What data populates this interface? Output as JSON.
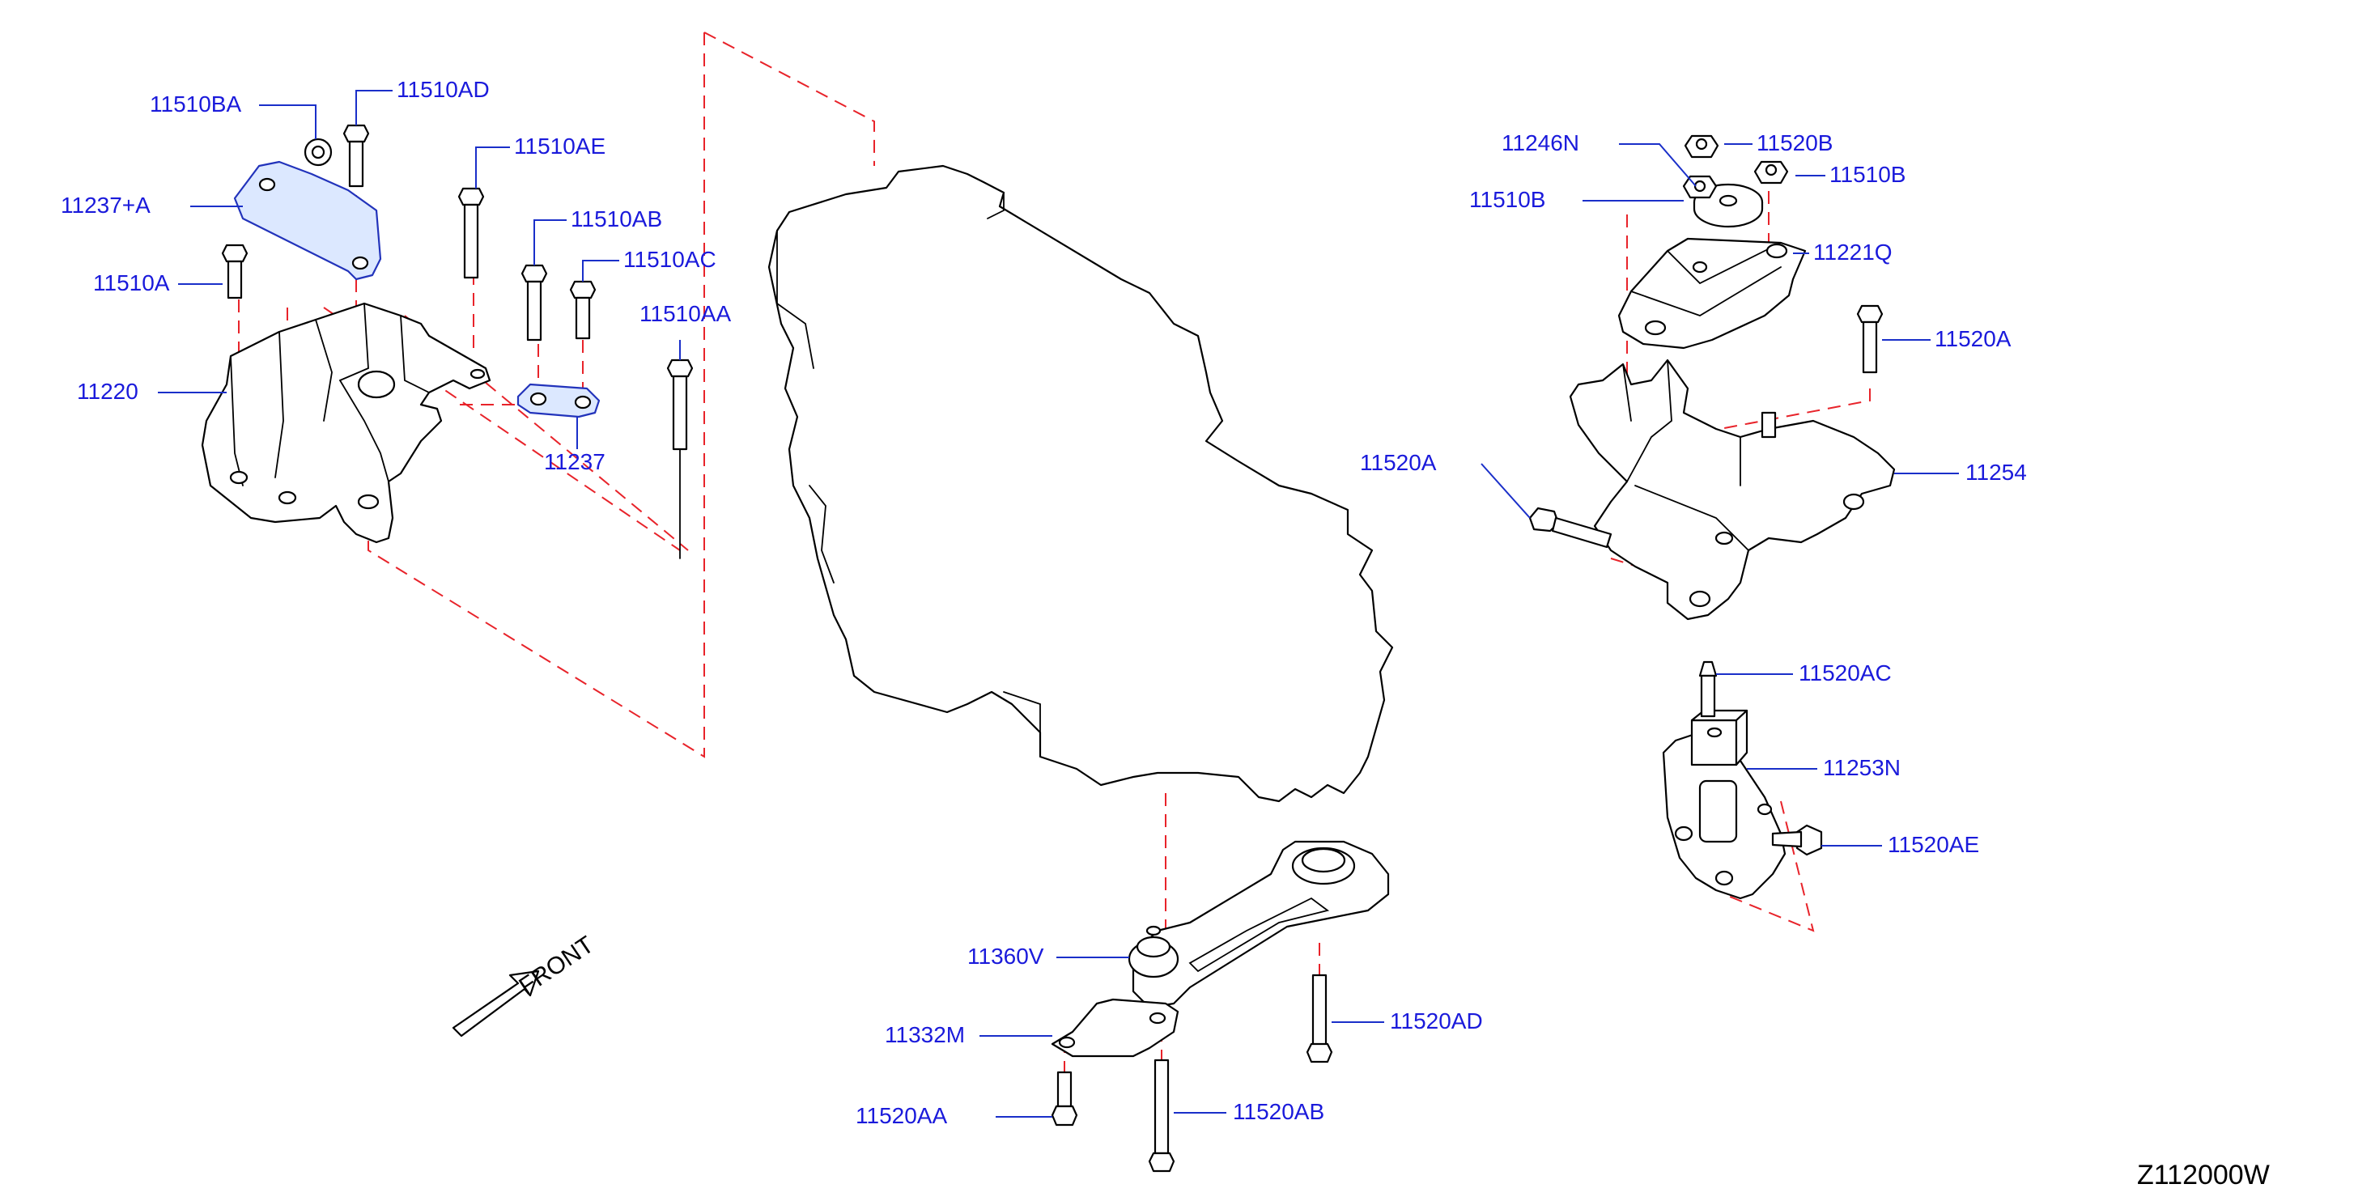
{
  "diagram_code": "Z112000W",
  "direction_label": "FRONT",
  "parts": {
    "p11510BA": "11510BA",
    "p11510AD": "11510AD",
    "p11510AE": "11510AE",
    "p11237A": "11237+A",
    "p11510AB": "11510AB",
    "p11510AC": "11510AC",
    "p11510A": "11510A",
    "p11510AA": "11510AA",
    "p11220": "11220",
    "p11237": "11237",
    "p11246N": "11246N",
    "p11520B": "11520B",
    "p11510B_left": "11510B",
    "p11510B_right": "11510B",
    "p11221Q": "11221Q",
    "p11520A_right": "11520A",
    "p11520A_left": "11520A",
    "p11254": "11254",
    "p11520AC": "11520AC",
    "p11253N": "11253N",
    "p11520AE": "11520AE",
    "p11360V": "11360V",
    "p11332M": "11332M",
    "p11520AD": "11520AD",
    "p11520AA": "11520AA",
    "p11520AB": "11520AB"
  }
}
